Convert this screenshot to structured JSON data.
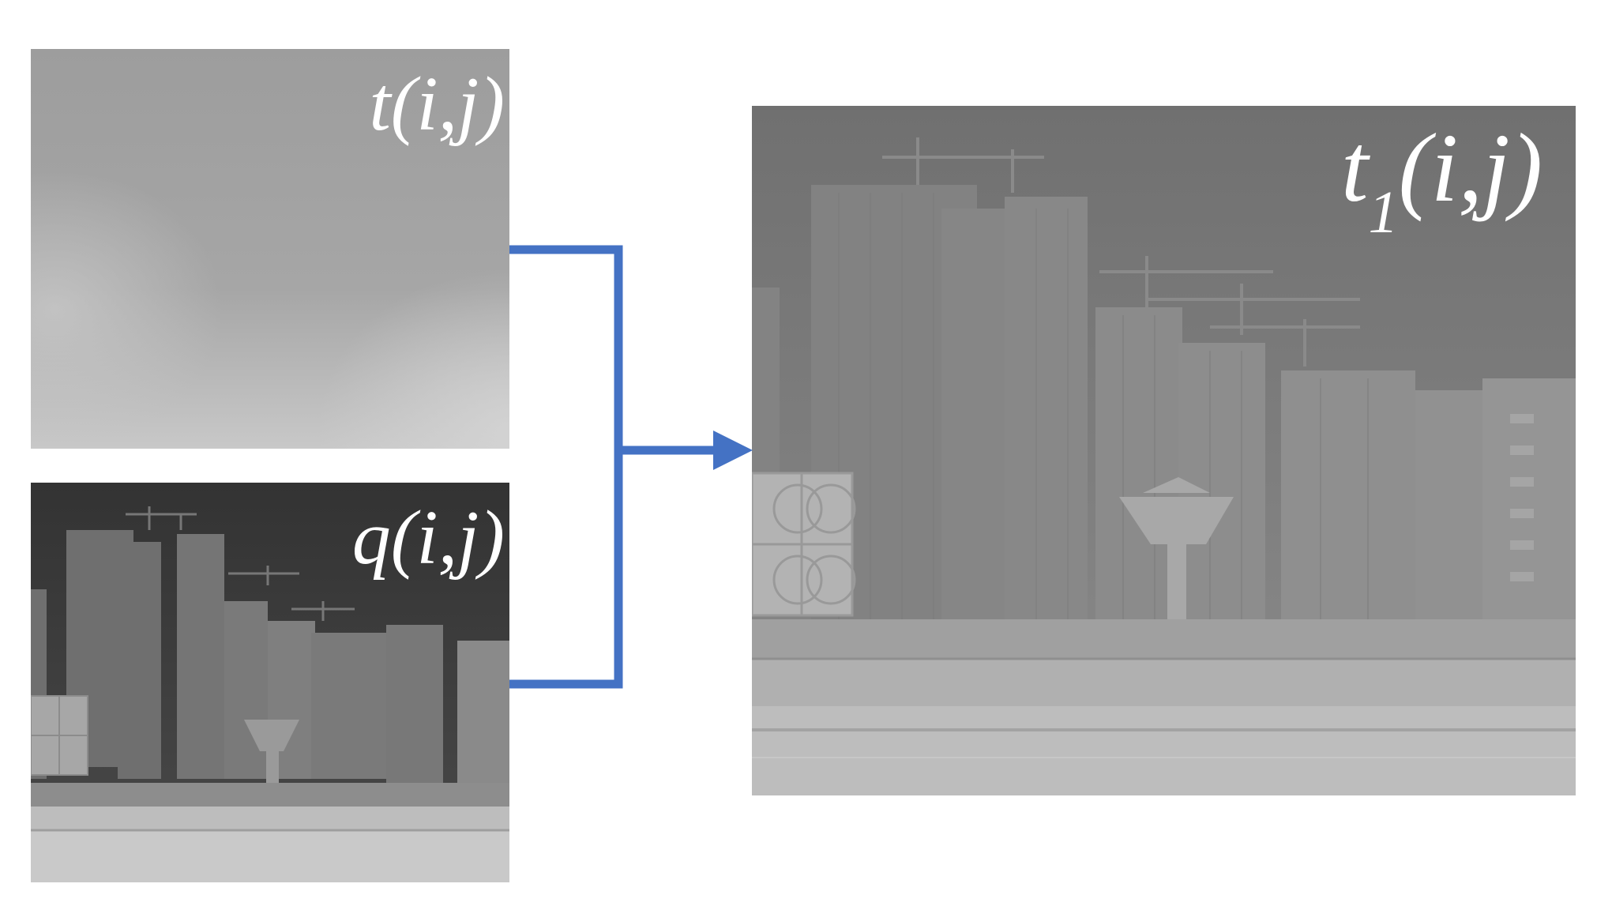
{
  "panels": {
    "t": {
      "label": "t(i,j)"
    },
    "q": {
      "label": "q(i,j)"
    },
    "t1": {
      "label_main": "t",
      "label_sub": "1",
      "label_rest": "(i,j)"
    }
  },
  "colors": {
    "connector": "#4472c4",
    "background": "#ffffff",
    "label_text": "#ffffff"
  },
  "icons": {
    "arrow": "arrow-right-icon"
  }
}
